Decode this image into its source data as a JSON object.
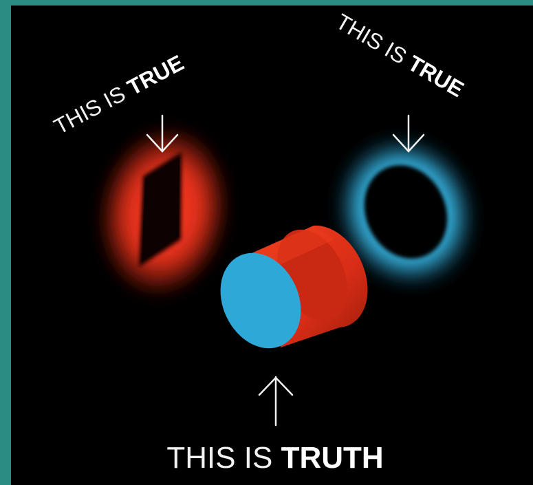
{
  "colors": {
    "frame": "#2a8c83",
    "background": "#000000",
    "red": "#e8321a",
    "blue": "#2ea8d6",
    "text": "#ffffff"
  },
  "labels": {
    "top_left": {
      "prefix": "THIS IS ",
      "emphasis": "TRUE"
    },
    "top_right": {
      "prefix": "THIS IS ",
      "emphasis": "TRUE"
    },
    "bottom": {
      "prefix": "THIS IS ",
      "emphasis": "TRUTH"
    }
  },
  "shapes": {
    "left_shadow": "red glowing rectangle projection",
    "right_shadow": "blue glowing ring projection",
    "center_object": "cylinder with red side and blue face"
  }
}
